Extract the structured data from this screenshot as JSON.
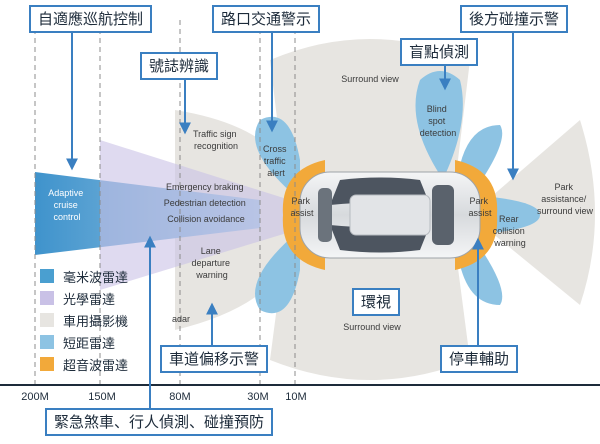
{
  "callouts": {
    "acc": "自適應巡航控制",
    "intersection": "路口交通警示",
    "rear_collision": "後方碰撞示警",
    "sign": "號誌辨識",
    "blind_spot": "盲點偵測",
    "surround": "環視",
    "lane": "車道偏移示警",
    "parking": "停車輔助",
    "aeb": "緊急煞車、行人偵測、碰撞預防"
  },
  "legend": [
    {
      "label": "毫米波雷達",
      "color": "#4a9fd0"
    },
    {
      "label": "光學雷達",
      "color": "#c9c1e6"
    },
    {
      "label": "車用攝影機",
      "color": "#e7e5e1"
    },
    {
      "label": "短距雷達",
      "color": "#8dc3e3"
    },
    {
      "label": "超音波雷達",
      "color": "#f2a93a"
    }
  ],
  "zones": {
    "adaptive": [
      "Adaptive",
      "cruise",
      "control"
    ],
    "emergency": [
      "Emergency braking",
      "Pedestrian detection",
      "Collision avoidance"
    ],
    "traffic_sign": [
      "Traffic sign",
      "recognition"
    ],
    "cross_traffic": [
      "Cross",
      "traffic",
      "alert"
    ],
    "lane_departure": [
      "Lane",
      "departure",
      "warning"
    ],
    "surround_top": "Surround view",
    "surround_bottom": "Surround view",
    "blind_spot": [
      "Blind",
      "spot",
      "detection"
    ],
    "park_left": [
      "Park",
      "assist"
    ],
    "park_right": [
      "Park",
      "assist"
    ],
    "rear_collision": [
      "Rear",
      "collision",
      "warning"
    ],
    "park_assistance": [
      "Park",
      "assistance/",
      "surround view"
    ],
    "radar_fragment": "adar"
  },
  "distances": [
    "200M",
    "150M",
    "80M",
    "30M",
    "10M"
  ]
}
